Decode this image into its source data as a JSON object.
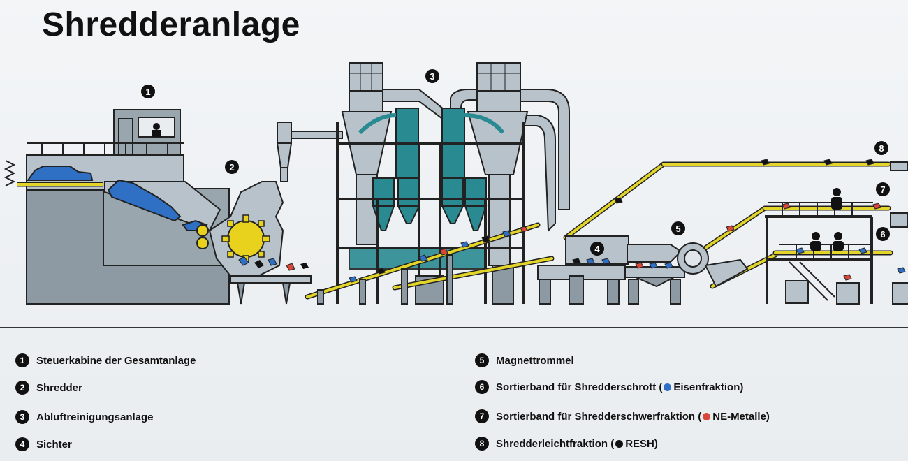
{
  "title": "Shredderanlage",
  "diagram_numbers": [
    "1",
    "2",
    "3",
    "4",
    "5",
    "6",
    "7",
    "8"
  ],
  "legend": [
    {
      "num": "1",
      "text": "Steuerkabine der Gesamtanlage"
    },
    {
      "num": "2",
      "text": "Shredder"
    },
    {
      "num": "3",
      "text": "Abluftreinigungsanlage"
    },
    {
      "num": "4",
      "text": "Sichter"
    },
    {
      "num": "5",
      "text": "Magnettrommel"
    },
    {
      "num": "6",
      "text": "Sortierband für Shredderschrott (",
      "fraction": "Eisenfraktion)",
      "dot_color": "#2f6fc4"
    },
    {
      "num": "7",
      "text": "Sortierband für Shredderschwerfraktion (",
      "fraction": "NE-Metalle)",
      "dot_color": "#d9473a"
    },
    {
      "num": "8",
      "text": "Shredderleichtfraktion (",
      "fraction": "RESH)",
      "dot_color": "#111111"
    }
  ],
  "colors": {
    "structure": "#8d9aa3",
    "structure_light": "#b7c2ca",
    "filter_teal": "#2a8a92",
    "conveyor_yellow": "#e3d42a",
    "car_blue": "#2f6fc4",
    "shredder_yellow": "#e8d21e"
  }
}
